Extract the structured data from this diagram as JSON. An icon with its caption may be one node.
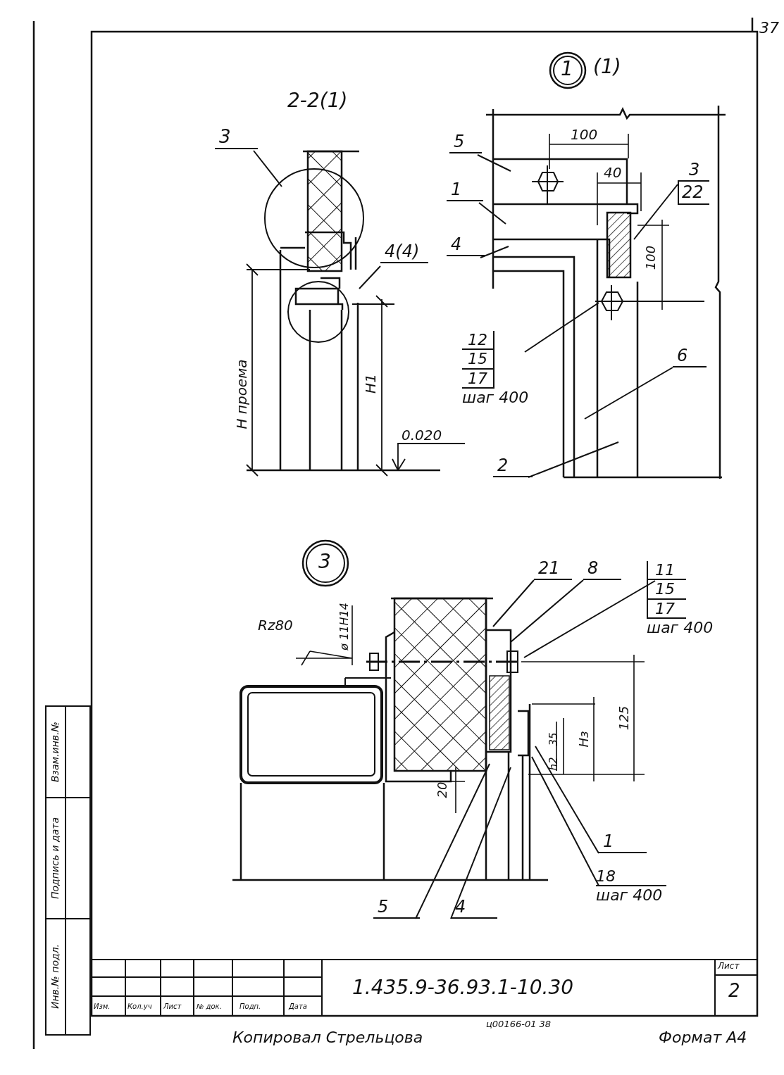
{
  "diagram": {
    "nodes": [
      {
        "text": [
          "3"
        ]
      },
      {
        "text": [
          "4(4)"
        ]
      },
      {
        "text": [
          "5"
        ]
      },
      {
        "text": [
          "1"
        ]
      },
      {
        "text": [
          "4"
        ]
      },
      {
        "text": [
          "3",
          "22"
        ]
      },
      {
        "text": [
          "12",
          "15",
          "17",
          "шаг 400"
        ]
      },
      {
        "text": [
          "6"
        ]
      },
      {
        "text": [
          "2"
        ]
      },
      {
        "text": [
          "21"
        ]
      },
      {
        "text": [
          "8"
        ]
      },
      {
        "text": [
          "11",
          "15",
          "17",
          "шаг 400"
        ]
      },
      {
        "text": [
          "1"
        ]
      },
      {
        "text": [
          "18",
          "шаг 400"
        ]
      },
      {
        "text": [
          "5"
        ]
      },
      {
        "text": [
          "4"
        ]
      }
    ],
    "edges": [
      {
        "from": 0,
        "to": null,
        "arrow": "none"
      },
      {
        "from": 1,
        "to": null,
        "arrow": "none"
      },
      {
        "from": 2,
        "to": null,
        "arrow": "none"
      },
      {
        "from": 3,
        "to": null,
        "arrow": "none"
      },
      {
        "from": 4,
        "to": null,
        "arrow": "none"
      },
      {
        "from": 5,
        "to": null,
        "arrow": "none"
      },
      {
        "from": 6,
        "to": null,
        "arrow": "none"
      },
      {
        "from": 7,
        "to": null,
        "arrow": "none"
      },
      {
        "from": 8,
        "to": null,
        "arrow": "none"
      },
      {
        "from": 9,
        "to": null,
        "arrow": "none"
      },
      {
        "from": 10,
        "to": null,
        "arrow": "none"
      },
      {
        "from": 11,
        "to": null,
        "arrow": "none"
      },
      {
        "from": 12,
        "to": null,
        "arrow": "none"
      },
      {
        "from": 13,
        "to": null,
        "arrow": "none"
      },
      {
        "from": 14,
        "to": null,
        "arrow": "none"
      },
      {
        "from": 15,
        "to": null,
        "arrow": "none"
      }
    ],
    "labels": [
      "37",
      "2-2(1)",
      "1",
      "(1)",
      "100",
      "40",
      "100",
      "Н проема",
      "Н1",
      "0.020",
      "3",
      "Rz80",
      "ø 11H14",
      "35",
      "h2",
      "Нз",
      "125",
      "20",
      "Взам.инв.№",
      "Подпись и дата",
      "Инв.№ подл.",
      "1.435.9-36.93.1-10.30",
      "Лист",
      "2",
      "Изм.",
      "Кол.уч",
      "Лист",
      "№ док.",
      "Подп.",
      "Дата",
      "ц00166-01 38",
      "Копировал Стрельцова",
      "Формат А4"
    ]
  }
}
